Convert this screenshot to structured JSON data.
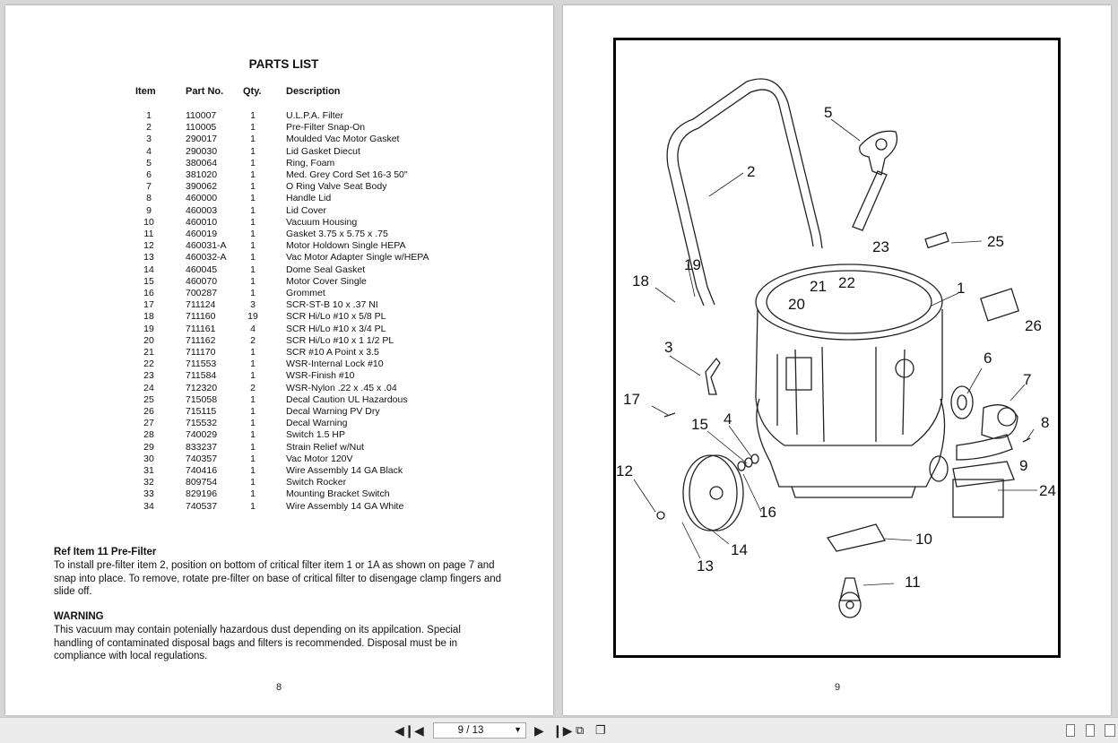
{
  "left_page": {
    "title": "PARTS LIST",
    "headers": {
      "item": "Item",
      "part": "Part No.",
      "qty": "Qty.",
      "desc": "Description"
    },
    "rows": [
      {
        "item": "1",
        "part": "110007",
        "qty": "1",
        "desc": "U.L.P.A. Filter"
      },
      {
        "item": "2",
        "part": "110005",
        "qty": "1",
        "desc": "Pre-Filter Snap-On"
      },
      {
        "item": "3",
        "part": "290017",
        "qty": "1",
        "desc": "Moulded Vac Motor Gasket"
      },
      {
        "item": "4",
        "part": "290030",
        "qty": "1",
        "desc": "Lid Gasket Diecut"
      },
      {
        "item": "5",
        "part": "380064",
        "qty": "1",
        "desc": "Ring, Foam"
      },
      {
        "item": "6",
        "part": "381020",
        "qty": "1",
        "desc": "Med. Grey Cord Set 16-3 50\""
      },
      {
        "item": "7",
        "part": "390062",
        "qty": "1",
        "desc": "O Ring Valve Seat Body"
      },
      {
        "item": "8",
        "part": "460000",
        "qty": "1",
        "desc": "Handle Lid"
      },
      {
        "item": "9",
        "part": "460003",
        "qty": "1",
        "desc": "Lid Cover"
      },
      {
        "item": "10",
        "part": "460010",
        "qty": "1",
        "desc": "Vacuum Housing"
      },
      {
        "item": "11",
        "part": "460019",
        "qty": "1",
        "desc": "Gasket 3.75 x 5.75 x .75"
      },
      {
        "item": "12",
        "part": "460031-A",
        "qty": "1",
        "desc": "Motor Holdown Single HEPA"
      },
      {
        "item": "13",
        "part": "460032-A",
        "qty": "1",
        "desc": "Vac Motor Adapter Single w/HEPA"
      },
      {
        "item": "14",
        "part": "460045",
        "qty": "1",
        "desc": "Dome Seal Gasket"
      },
      {
        "item": "15",
        "part": "460070",
        "qty": "1",
        "desc": "Motor Cover Single"
      },
      {
        "item": "16",
        "part": "700287",
        "qty": "1",
        "desc": "Grommet"
      },
      {
        "item": "17",
        "part": "711124",
        "qty": "3",
        "desc": "SCR-ST-B 10 x .37 NI"
      },
      {
        "item": "18",
        "part": "711160",
        "qty": "19",
        "desc": "SCR Hi/Lo #10 x 5/8 PL"
      },
      {
        "item": "19",
        "part": "711161",
        "qty": "4",
        "desc": "SCR Hi/Lo #10 x 3/4 PL"
      },
      {
        "item": "20",
        "part": "711162",
        "qty": "2",
        "desc": "SCR Hi/Lo #10 x 1 1/2 PL"
      },
      {
        "item": "21",
        "part": "711170",
        "qty": "1",
        "desc": "SCR #10 A Point x 3.5"
      },
      {
        "item": "22",
        "part": "711553",
        "qty": "1",
        "desc": "WSR-Internal Lock #10"
      },
      {
        "item": "23",
        "part": "711584",
        "qty": "1",
        "desc": "WSR-Finish #10"
      },
      {
        "item": "24",
        "part": "712320",
        "qty": "2",
        "desc": "WSR-Nylon .22 x .45 x .04"
      },
      {
        "item": "25",
        "part": "715058",
        "qty": "1",
        "desc": "Decal Caution UL Hazardous"
      },
      {
        "item": "26",
        "part": "715115",
        "qty": "1",
        "desc": "Decal Warning PV Dry"
      },
      {
        "item": "27",
        "part": "715532",
        "qty": "1",
        "desc": "Decal Warning"
      },
      {
        "item": "28",
        "part": "740029",
        "qty": "1",
        "desc": "Switch 1.5 HP"
      },
      {
        "item": "29",
        "part": "833237",
        "qty": "1",
        "desc": "Strain Relief w/Nut"
      },
      {
        "item": "30",
        "part": "740357",
        "qty": "1",
        "desc": "Vac Motor 120V"
      },
      {
        "item": "31",
        "part": "740416",
        "qty": "1",
        "desc": "Wire Assembly 14 GA Black"
      },
      {
        "item": "32",
        "part": "809754",
        "qty": "1",
        "desc": "Switch Rocker"
      },
      {
        "item": "33",
        "part": "829196",
        "qty": "1",
        "desc": "Mounting Bracket Switch"
      },
      {
        "item": "34",
        "part": "740537",
        "qty": "1",
        "desc": "Wire Assembly 14 GA White"
      }
    ],
    "ref_heading": "Ref Item 11 Pre-Filter",
    "ref_body": "To install pre-filter item 2, position on bottom of critical filter item 1 or 1A as shown on page 7 and snap into place.  To remove, rotate pre-filter on base of critical filter to disengage clamp fingers and slide off.",
    "warning_heading": "WARNING",
    "warning_body": "This vacuum may contain potenially hazardous dust depending on its appilcation.  Special handling of contaminated disposal bags and filters is recommended.  Disposal must be in compliance with local regulations.",
    "page_number": "8"
  },
  "right_page": {
    "callouts": [
      "5",
      "2",
      "23",
      "25",
      "19",
      "18",
      "21",
      "22",
      "1",
      "20",
      "26",
      "3",
      "6",
      "7",
      "17",
      "15",
      "4",
      "8",
      "9",
      "12",
      "16",
      "24",
      "14",
      "10",
      "13",
      "11"
    ],
    "page_number": "9"
  },
  "toolbar": {
    "first_icon": "first-page-icon",
    "prev_icon": "previous-page-icon",
    "page_indicator": "9 / 13",
    "next_icon": "next-page-icon",
    "last_icon": "last-page-icon",
    "right_icons": [
      "single-page-view-icon",
      "continuous-view-icon",
      "facing-view-icon"
    ]
  }
}
